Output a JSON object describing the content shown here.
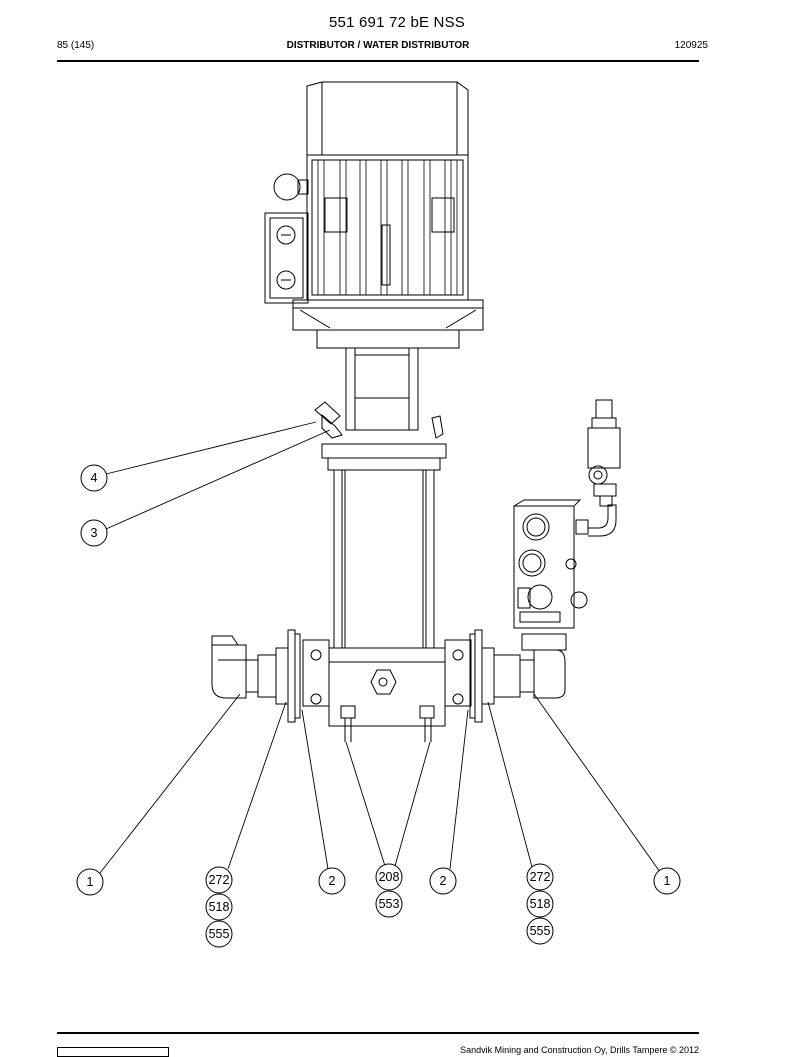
{
  "header": {
    "doc_number": "551 691 72 bE NSS",
    "page": "85 (145)",
    "section_title": "DISTRIBUTOR / WATER DISTRIBUTOR",
    "date_code": "120925"
  },
  "footer": {
    "copyright": "Sandvik Mining and Construction Oy, Drills Tampere © 2012"
  },
  "callouts": {
    "c1_left": "1",
    "c1_right": "1",
    "c2_left": "2",
    "c2_right": "2",
    "c3": "3",
    "c4": "4",
    "c208": "208",
    "c553": "553",
    "c272_left": "272",
    "c518_left": "518",
    "c555_left": "555",
    "c272_right": "272",
    "c518_right": "518",
    "c555_right": "555"
  }
}
